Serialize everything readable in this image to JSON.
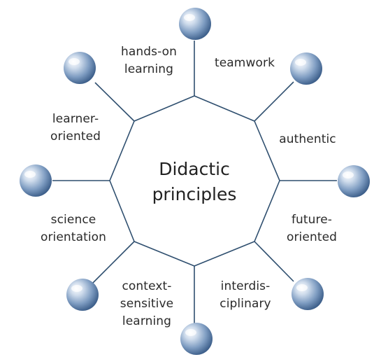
{
  "center": {
    "line1": "Didactic",
    "line2": "principles"
  },
  "principles": [
    {
      "line1": "hands-on",
      "line2": "learning"
    },
    {
      "line1": "teamwork"
    },
    {
      "line1": "authentic"
    },
    {
      "line1": "future-",
      "line2": "oriented"
    },
    {
      "line1": "interdis-",
      "line2": "ciplinary"
    },
    {
      "line1": "context-",
      "line2": "sensitive",
      "line3": "learning"
    },
    {
      "line1": "science",
      "line2": "orientation"
    },
    {
      "line1": "learner-",
      "line2": "oriented"
    }
  ],
  "colors": {
    "line": "#2f4f6f",
    "sphere_light": "#eef3f9",
    "sphere_mid": "#7f9dc2",
    "sphere_dark": "#2c4f7c"
  },
  "icons": {
    "node": "sphere-icon"
  }
}
